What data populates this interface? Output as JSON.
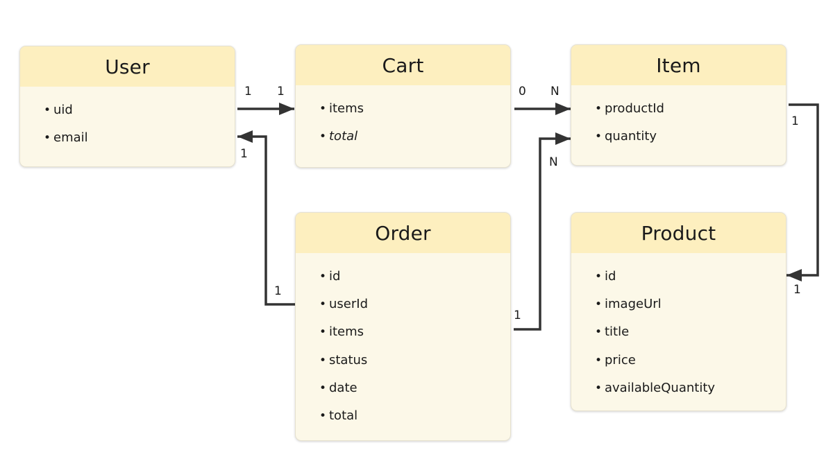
{
  "entities": {
    "user": {
      "title": "User",
      "fields": [
        "uid",
        "email"
      ]
    },
    "cart": {
      "title": "Cart",
      "fields": [
        "items",
        "total"
      ]
    },
    "item": {
      "title": "Item",
      "fields": [
        "productId",
        "quantity"
      ]
    },
    "order": {
      "title": "Order",
      "fields": [
        "id",
        "userId",
        "items",
        "status",
        "date",
        "total"
      ]
    },
    "product": {
      "title": "Product",
      "fields": [
        "id",
        "imageUrl",
        "title",
        "price",
        "availableQuantity"
      ]
    }
  },
  "relations": {
    "user_cart": {
      "from": "1",
      "to": "1"
    },
    "cart_item": {
      "from": "0",
      "to": "N"
    },
    "order_user": {
      "from": "1",
      "to": "1"
    },
    "order_item": {
      "from": "1",
      "to": "N"
    },
    "item_product": {
      "from": "1",
      "to": "1"
    }
  },
  "colors": {
    "header": "#fdefbf",
    "body": "#fcf8e8",
    "connector": "#333333"
  }
}
